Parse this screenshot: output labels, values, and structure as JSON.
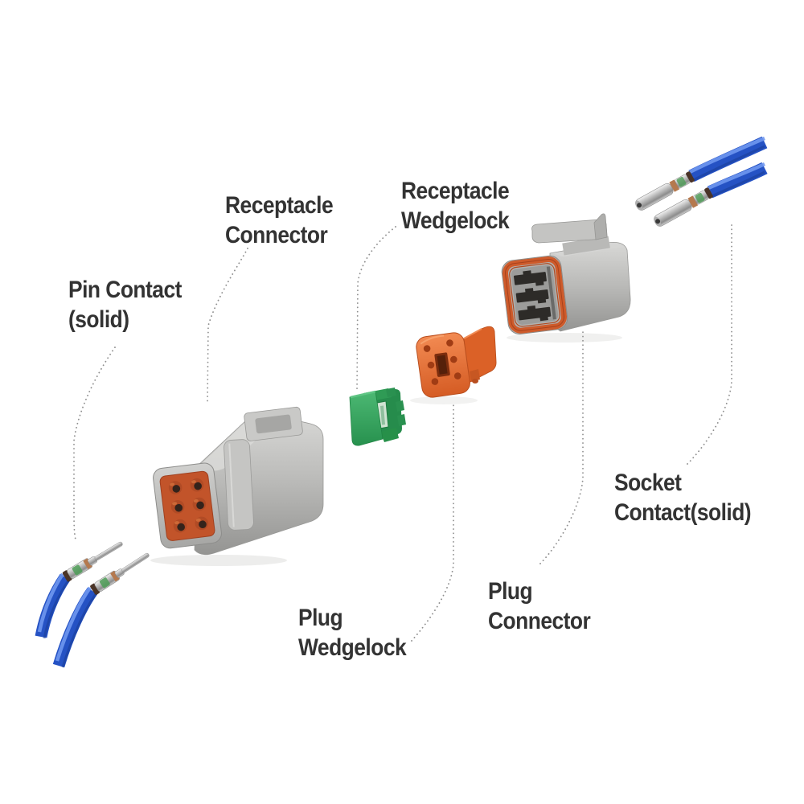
{
  "labels": {
    "pin_contact": {
      "line1": "Pin Contact",
      "line2": "(solid)"
    },
    "receptacle_connector": {
      "line1": "Receptacle",
      "line2": "Connector"
    },
    "receptacle_wedgelock": {
      "line1": "Receptacle",
      "line2": "Wedgelock"
    },
    "plug_wedgelock": {
      "line1": "Plug",
      "line2": "Wedgelock"
    },
    "plug_connector": {
      "line1": "Plug",
      "line2": "Connector"
    },
    "socket_contact": {
      "line1": "Socket",
      "line2": "Contact(solid)"
    }
  },
  "colors": {
    "background": "#ffffff",
    "label_text": "#333333",
    "leader_dots": "#8f8f8f",
    "connector_gray": "#b5b5b3",
    "insert_orange": "#c2542a",
    "seal_orange": "#ce5b2b",
    "wedge_green": "#35a35a",
    "wedge_orange": "#e8743c",
    "wire_blue": "#2552c4",
    "contact_silver": "#c0c0c0"
  }
}
